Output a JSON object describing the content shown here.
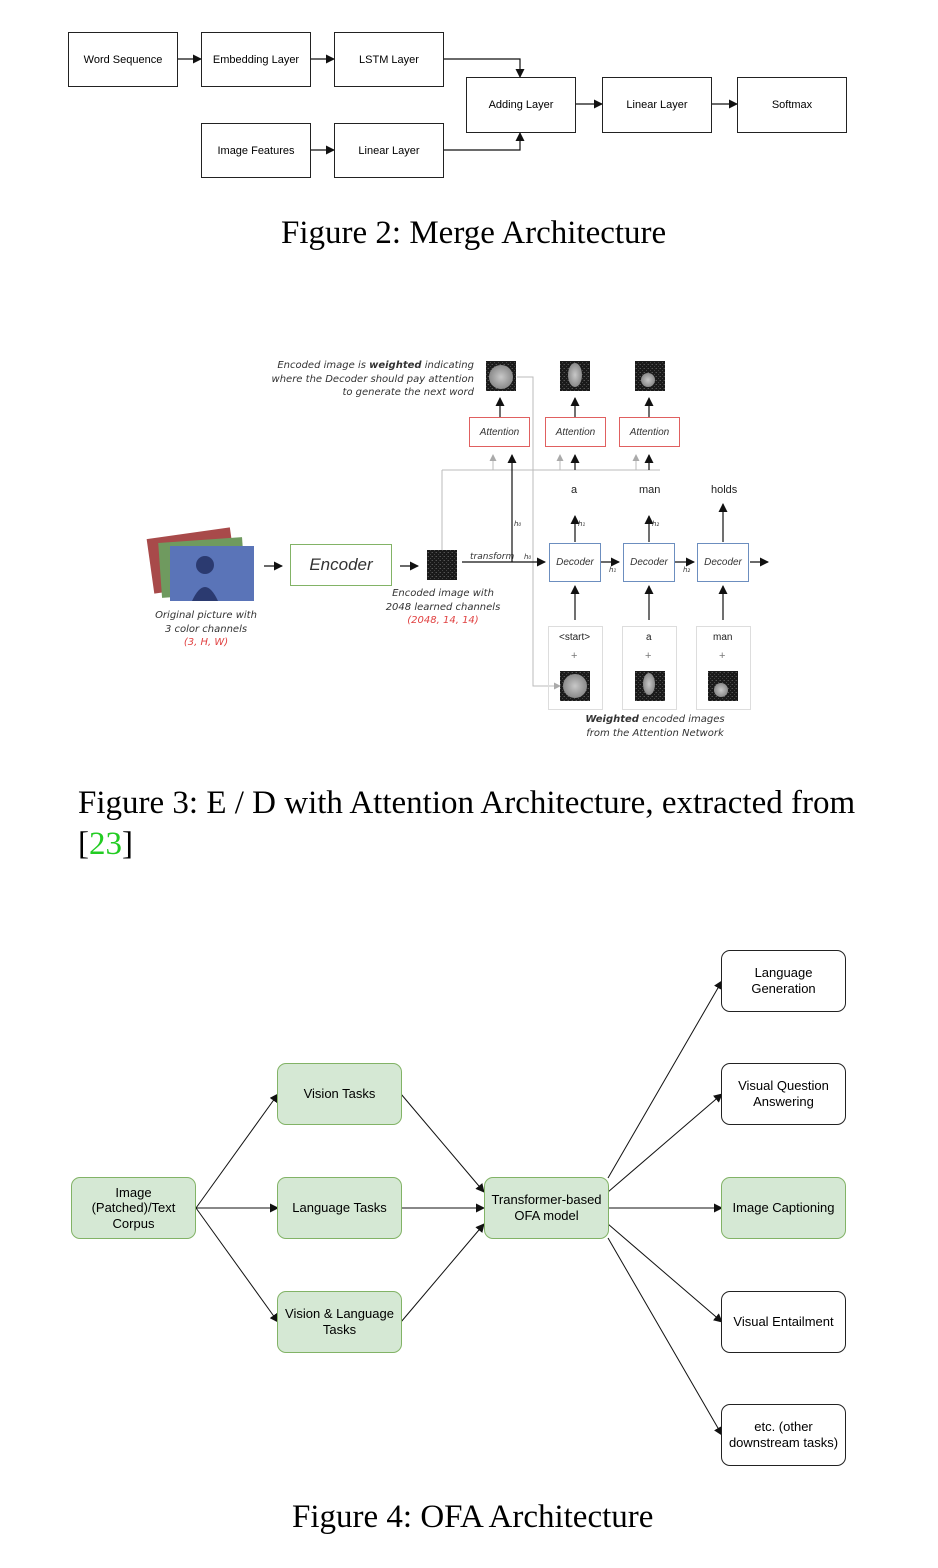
{
  "figure2": {
    "caption": "Figure 2: Merge Architecture",
    "nodes": {
      "word_sequence": "Word Sequence",
      "embedding_layer": "Embedding Layer",
      "lstm_layer": "LSTM Layer",
      "image_features": "Image Features",
      "linear_layer_1": "Linear Layer",
      "adding_layer": "Adding Layer",
      "linear_layer_2": "Linear Layer",
      "softmax": "Softmax"
    }
  },
  "figure3": {
    "caption_prefix": "Figure 3: E / D with Attention Architecture, extracted from",
    "caption_ref_open": "[",
    "caption_ref": "23",
    "caption_ref_close": "]",
    "note_weighted_pre": "Encoded image is ",
    "note_weighted_bold": "weighted",
    "note_weighted_post": " indicating",
    "note_weighted_line2": "where the Decoder should pay attention",
    "note_weighted_line3": "to generate the next word",
    "attention_label": "Attention",
    "decoder_label": "Decoder",
    "encoder_label": "Encoder",
    "transform_label": "transform",
    "h0": "h₀",
    "h1": "h₁",
    "h2": "h₂",
    "outputs": [
      "a",
      "man",
      "holds"
    ],
    "inputs": [
      "<start>",
      "a",
      "man"
    ],
    "plus": "+",
    "orig_line1": "Original picture with",
    "orig_line2": "3 color channels",
    "orig_dims": "(3, H, W)",
    "enc_line1": "Encoded image with",
    "enc_line2": "2048 learned channels",
    "enc_dims": "(2048, 14, 14)",
    "weighted_bold": "Weighted",
    "weighted_rest": " encoded images",
    "weighted_line2": "from the Attention Network"
  },
  "figure4": {
    "caption": "Figure 4: OFA Architecture",
    "nodes": {
      "corpus": "Image (Patched)/Text Corpus",
      "vision_tasks": "Vision Tasks",
      "language_tasks": "Language Tasks",
      "vision_language_tasks": "Vision & Language Tasks",
      "ofa_model": "Transformer-based OFA model",
      "language_generation": "Language Generation",
      "vqa": "Visual Question Answering",
      "image_captioning": "Image Captioning",
      "visual_entailment": "Visual Entailment",
      "etc": "etc. (other downstream tasks)"
    },
    "colors": {
      "green_fill": "#d5e8d4",
      "green_border": "#82b366"
    }
  }
}
